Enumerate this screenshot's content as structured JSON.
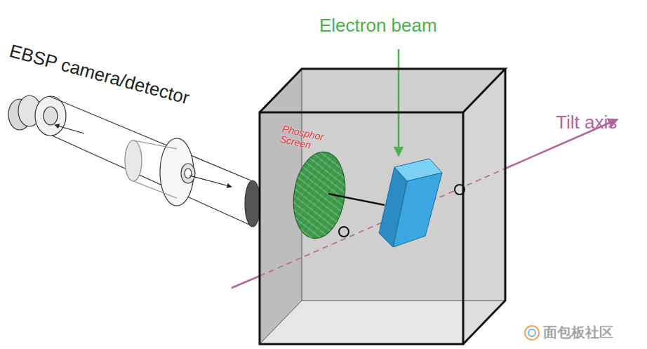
{
  "diagram": {
    "labels": [
      "EBSP camera/detector",
      "Electron beam",
      "Tilt axis",
      "Phosphor Screen",
      "面包板社区"
    ]
  }
}
